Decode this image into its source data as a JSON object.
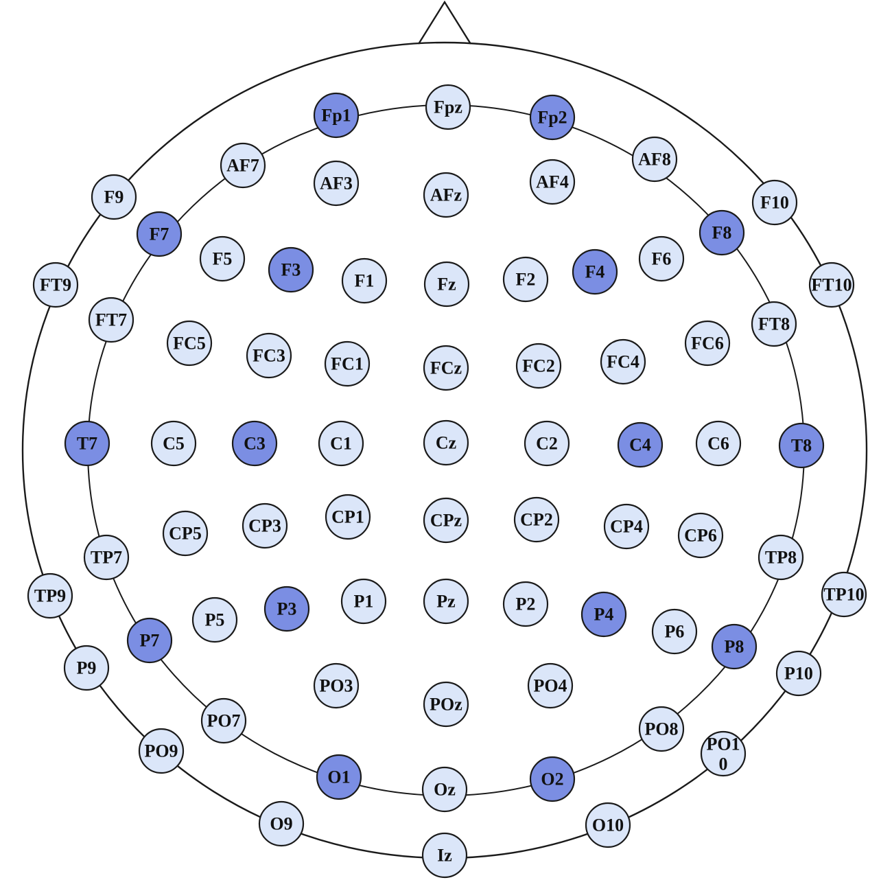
{
  "colors": {
    "highlighted": "#7b8ee3",
    "normal": "#dbe6f9",
    "outline": "#1a1a1a"
  },
  "electrodes": [
    {
      "label": "Fpz",
      "highlighted": false
    },
    {
      "label": "Fp1",
      "highlighted": true
    },
    {
      "label": "Fp2",
      "highlighted": true
    },
    {
      "label": "AF7",
      "highlighted": false
    },
    {
      "label": "AF3",
      "highlighted": false
    },
    {
      "label": "AFz",
      "highlighted": false
    },
    {
      "label": "AF4",
      "highlighted": false
    },
    {
      "label": "AF8",
      "highlighted": false
    },
    {
      "label": "F9",
      "highlighted": false
    },
    {
      "label": "F10",
      "highlighted": false
    },
    {
      "label": "F7",
      "highlighted": true
    },
    {
      "label": "F8",
      "highlighted": true
    },
    {
      "label": "F5",
      "highlighted": false
    },
    {
      "label": "F3",
      "highlighted": true
    },
    {
      "label": "F1",
      "highlighted": false
    },
    {
      "label": "Fz",
      "highlighted": false
    },
    {
      "label": "F2",
      "highlighted": false
    },
    {
      "label": "F4",
      "highlighted": true
    },
    {
      "label": "F6",
      "highlighted": false
    },
    {
      "label": "FT9",
      "highlighted": false
    },
    {
      "label": "FT10",
      "highlighted": false
    },
    {
      "label": "FT7",
      "highlighted": false
    },
    {
      "label": "FT8",
      "highlighted": false
    },
    {
      "label": "FC5",
      "highlighted": false
    },
    {
      "label": "FC3",
      "highlighted": false
    },
    {
      "label": "FC1",
      "highlighted": false
    },
    {
      "label": "FCz",
      "highlighted": false
    },
    {
      "label": "FC2",
      "highlighted": false
    },
    {
      "label": "FC4",
      "highlighted": false
    },
    {
      "label": "FC6",
      "highlighted": false
    },
    {
      "label": "T7",
      "highlighted": true
    },
    {
      "label": "C5",
      "highlighted": false
    },
    {
      "label": "C3",
      "highlighted": true
    },
    {
      "label": "C1",
      "highlighted": false
    },
    {
      "label": "Cz",
      "highlighted": false
    },
    {
      "label": "C2",
      "highlighted": false
    },
    {
      "label": "C4",
      "highlighted": true
    },
    {
      "label": "C6",
      "highlighted": false
    },
    {
      "label": "T8",
      "highlighted": true
    },
    {
      "label": "CP5",
      "highlighted": false
    },
    {
      "label": "CP3",
      "highlighted": false
    },
    {
      "label": "CP1",
      "highlighted": false
    },
    {
      "label": "CPz",
      "highlighted": false
    },
    {
      "label": "CP2",
      "highlighted": false
    },
    {
      "label": "CP4",
      "highlighted": false
    },
    {
      "label": "CP6",
      "highlighted": false
    },
    {
      "label": "TP7",
      "highlighted": false
    },
    {
      "label": "TP8",
      "highlighted": false
    },
    {
      "label": "TP9",
      "highlighted": false
    },
    {
      "label": "TP10",
      "highlighted": false
    },
    {
      "label": "P5",
      "highlighted": false
    },
    {
      "label": "P3",
      "highlighted": true
    },
    {
      "label": "P1",
      "highlighted": false
    },
    {
      "label": "Pz",
      "highlighted": false
    },
    {
      "label": "P2",
      "highlighted": false
    },
    {
      "label": "P4",
      "highlighted": true
    },
    {
      "label": "P6",
      "highlighted": false
    },
    {
      "label": "P7",
      "highlighted": true
    },
    {
      "label": "P8",
      "highlighted": true
    },
    {
      "label": "P9",
      "highlighted": false
    },
    {
      "label": "P10",
      "highlighted": false
    },
    {
      "label": "PO3",
      "highlighted": false
    },
    {
      "label": "POz",
      "highlighted": false
    },
    {
      "label": "PO4",
      "highlighted": false
    },
    {
      "label": "PO7",
      "highlighted": false
    },
    {
      "label": "PO8",
      "highlighted": false
    },
    {
      "label": "PO9",
      "highlighted": false
    },
    {
      "label": "PO10",
      "highlighted": false
    },
    {
      "label": "O1",
      "highlighted": true
    },
    {
      "label": "Oz",
      "highlighted": false
    },
    {
      "label": "O2",
      "highlighted": true
    },
    {
      "label": "O9",
      "highlighted": false
    },
    {
      "label": "O10",
      "highlighted": false
    },
    {
      "label": "Iz",
      "highlighted": false
    }
  ]
}
